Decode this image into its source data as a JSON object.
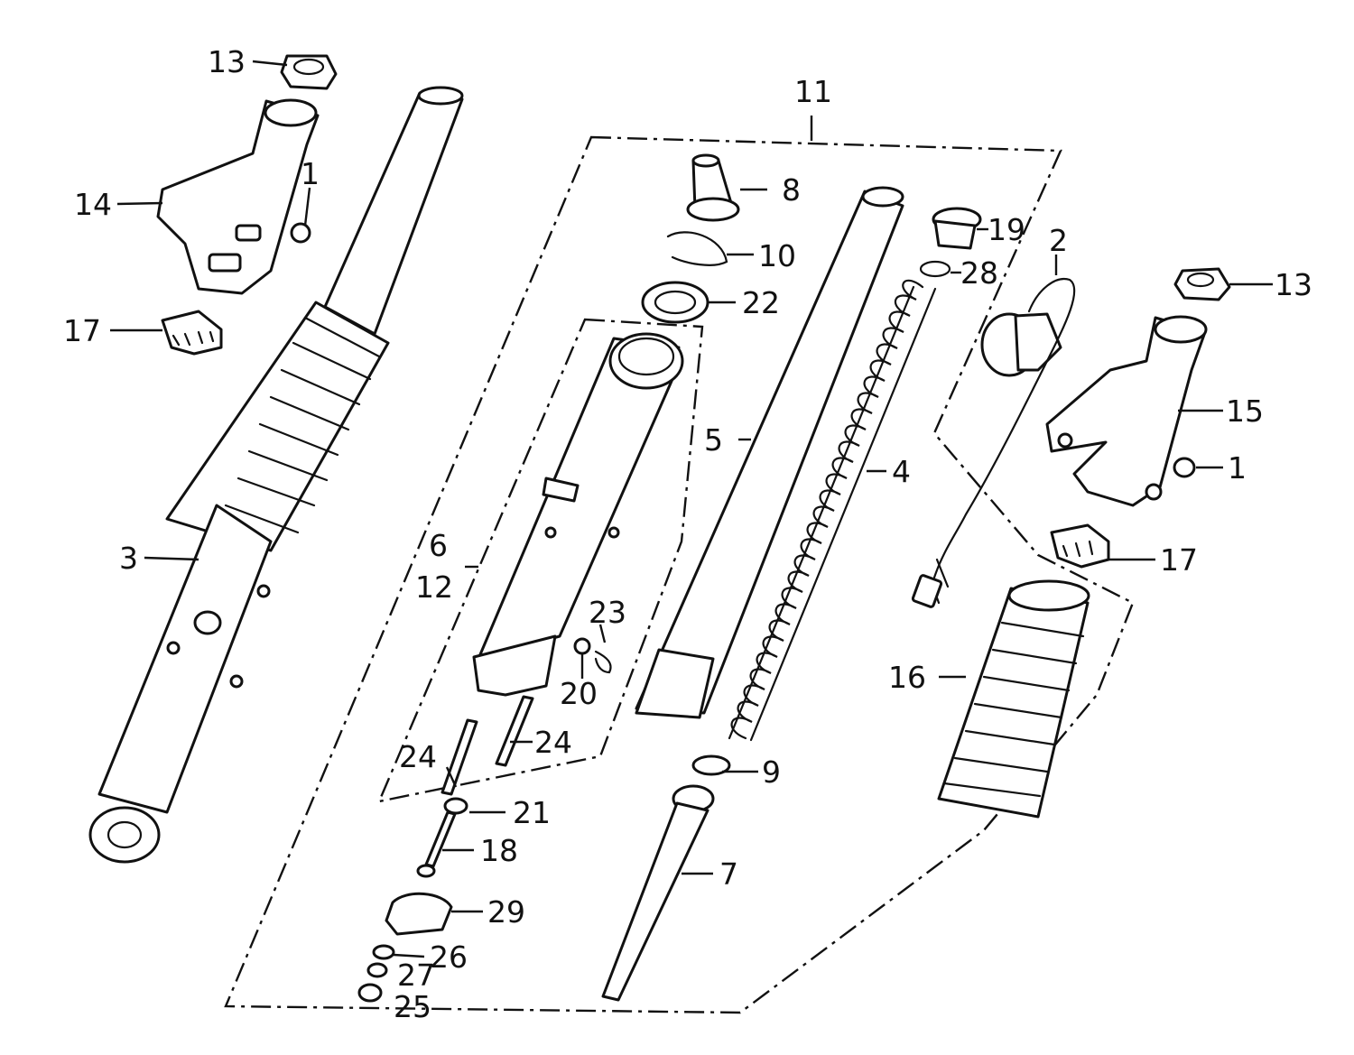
{
  "labels": {
    "p1a": "1",
    "p1b": "1",
    "p2": "2",
    "p3": "3",
    "p4": "4",
    "p5": "5",
    "p6": "6",
    "p7": "7",
    "p8": "8",
    "p9": "9",
    "p10": "10",
    "p11": "11",
    "p12": "12",
    "p13a": "13",
    "p13b": "13",
    "p14": "14",
    "p15": "15",
    "p16": "16",
    "p17a": "17",
    "p17b": "17",
    "p18": "18",
    "p19": "19",
    "p20": "20",
    "p21": "21",
    "p22": "22",
    "p23": "23",
    "p24a": "24",
    "p24b": "24",
    "p25": "25",
    "p26": "26",
    "p27": "27",
    "p28": "28",
    "p29": "29"
  }
}
